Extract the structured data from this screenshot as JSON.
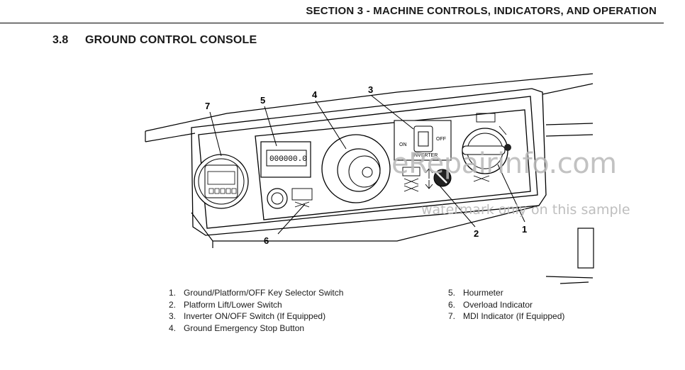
{
  "header": {
    "section": "SECTION 3 - MACHINE CONTROLS, INDICATORS, AND OPERATION"
  },
  "section": {
    "number": "3.8",
    "title": "GROUND CONTROL CONSOLE"
  },
  "figure": {
    "callouts": [
      "1",
      "2",
      "3",
      "4",
      "5",
      "6",
      "7"
    ],
    "hourmeter_reading": "000000.0",
    "inverter_on_label": "ON",
    "inverter_off_label": "OFF",
    "inverter_label": "INVERTER"
  },
  "legend": {
    "left": [
      {
        "num": "1.",
        "text": "Ground/Platform/OFF Key Selector Switch"
      },
      {
        "num": "2.",
        "text": "Platform Lift/Lower Switch"
      },
      {
        "num": "3.",
        "text": "Inverter ON/OFF Switch (If Equipped)"
      },
      {
        "num": "4.",
        "text": "Ground Emergency Stop Button"
      }
    ],
    "right": [
      {
        "num": "5.",
        "text": "Hourmeter"
      },
      {
        "num": "6.",
        "text": "Overload Indicator"
      },
      {
        "num": "7.",
        "text": "MDI Indicator (If Equipped)"
      }
    ]
  },
  "watermark": {
    "logo": "eRepairinfo.com",
    "note": "watermark only on this sample"
  }
}
